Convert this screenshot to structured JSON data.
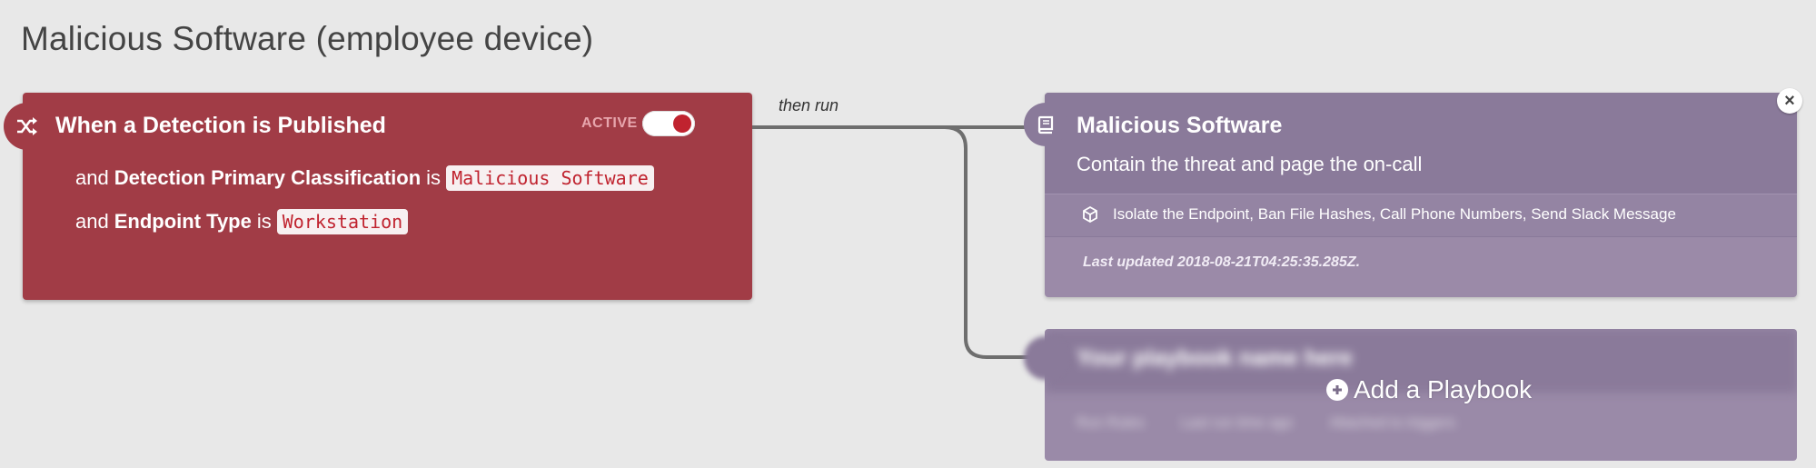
{
  "page": {
    "title": "Malicious Software (employee device)"
  },
  "trigger": {
    "title": "When a Detection is Published",
    "active_label": "ACTIVE",
    "active": true,
    "icon": "shuffle-icon",
    "color": "#a13c46",
    "conditions": [
      {
        "prefix": "and",
        "field": "Detection Primary Classification",
        "op": "is",
        "value": "Malicious Software"
      },
      {
        "prefix": "and",
        "field": "Endpoint Type",
        "op": "is",
        "value": "Workstation"
      }
    ]
  },
  "connector": {
    "label": "then run"
  },
  "playbook": {
    "icon": "book-icon",
    "title": "Malicious Software",
    "description": "Contain the threat and page the on-call",
    "actions_icon": "cube-icon",
    "actions": "Isolate the Endpoint, Ban File Hashes, Call Phone Numbers, Send Slack Message",
    "updated": "Last updated 2018-08-21T04:25:35.285Z.",
    "close_icon": "close-icon",
    "color": "#8a7a9a"
  },
  "placeholder": {
    "title": "Your playbook name here",
    "tabs": [
      "Run Rules",
      "Last run time ago",
      "Attached to triggers"
    ],
    "add_label": "Add a Playbook",
    "add_icon": "plus-circle-icon"
  }
}
